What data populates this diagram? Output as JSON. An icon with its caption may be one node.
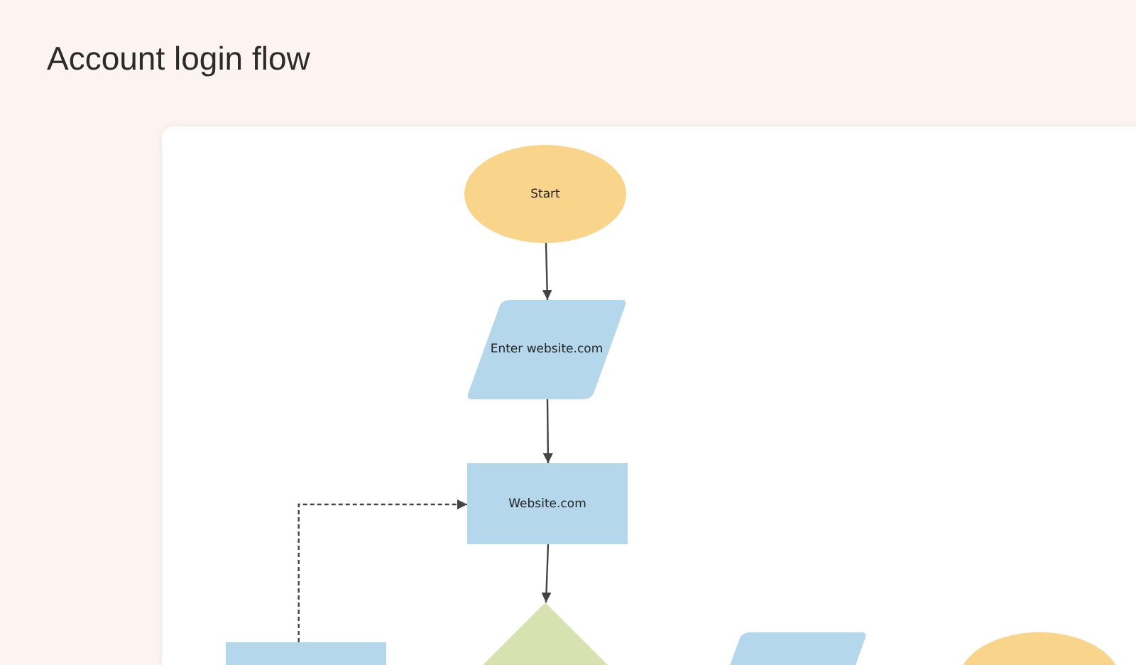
{
  "diagram": {
    "title": "Account login flow",
    "nodes": [
      {
        "text": [
          "Start"
        ]
      },
      {
        "text": [
          "Enter website.com"
        ]
      },
      {
        "text": [
          "Website.com"
        ]
      },
      {
        "text": [],
        "shape": "box"
      },
      {
        "text": [],
        "shape": "diamond"
      },
      {
        "text": [],
        "shape": "parallelogram"
      },
      {
        "text": [],
        "shape": "circle"
      }
    ],
    "edges": [
      {
        "from": 0,
        "to": 1,
        "arrow": "to"
      },
      {
        "from": 1,
        "to": 2,
        "arrow": "to"
      },
      {
        "from": 2,
        "to": 4,
        "arrow": "to"
      },
      {
        "from": 3,
        "to": 2,
        "arrow": "to",
        "style": "dashed"
      }
    ]
  }
}
